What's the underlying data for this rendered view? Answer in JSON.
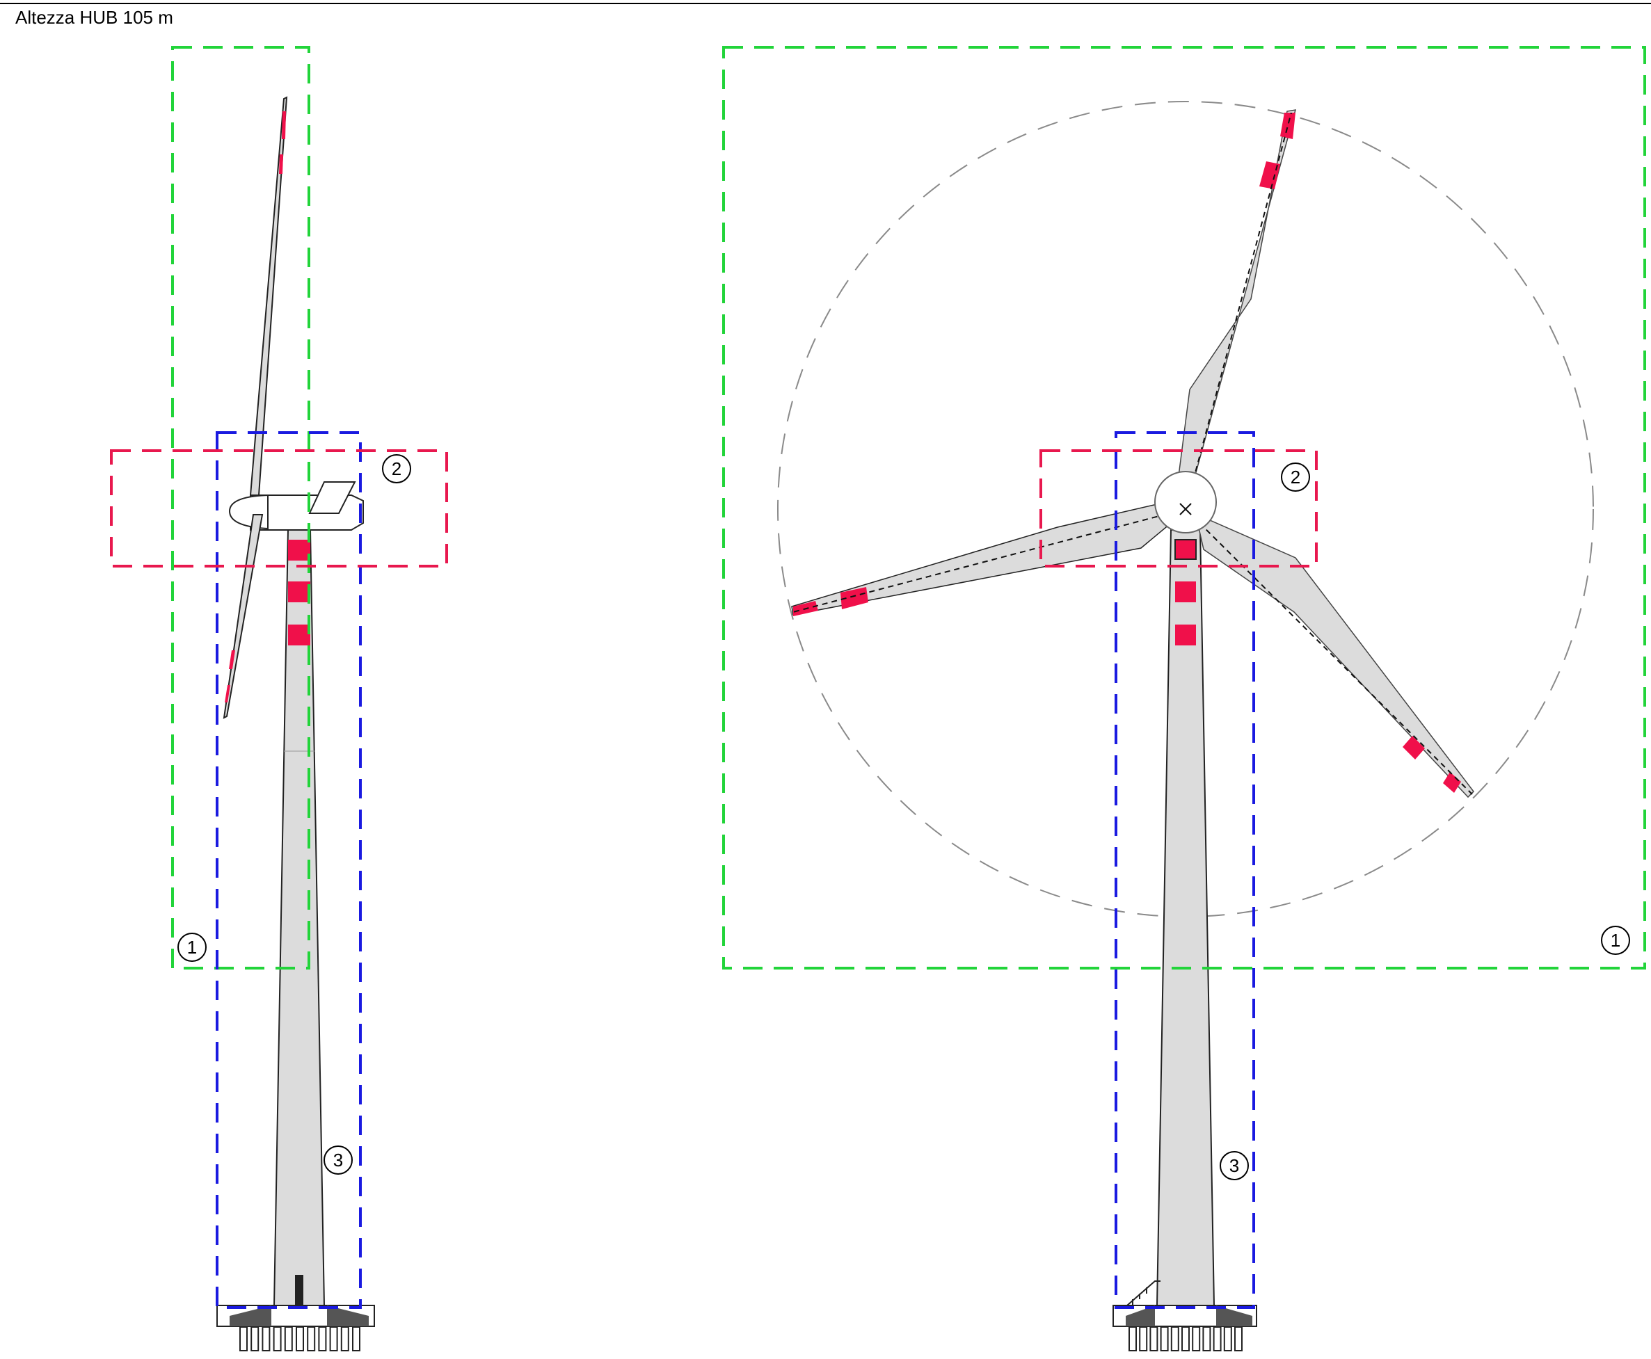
{
  "header": {
    "title": "Altezza HUB 105 m"
  },
  "zones": {
    "zone1": {
      "label": "1",
      "color": "#22d43a"
    },
    "zone2": {
      "label": "2",
      "color": "#e8184e"
    },
    "zone3": {
      "label": "3",
      "color": "#1a1ae0"
    }
  },
  "colors": {
    "marking_red": "#f0104a",
    "structure_fill": "#dcdcdc",
    "outline": "#222222",
    "rotor_circle": "#8a8a8a"
  }
}
